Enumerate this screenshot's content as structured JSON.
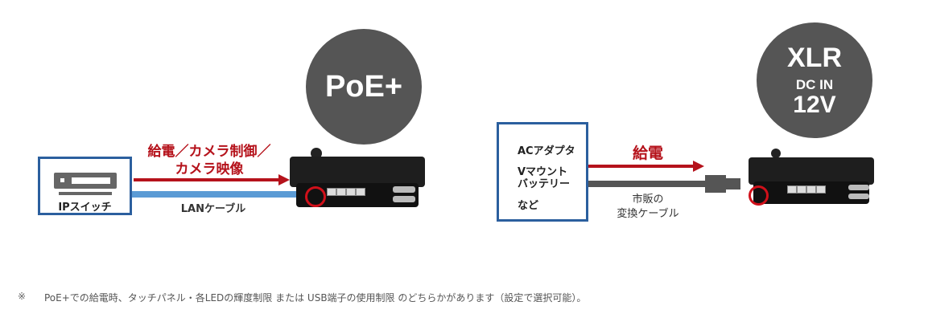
{
  "left": {
    "badge": "PoE+",
    "source_label": "IPスイッチ",
    "arrow_label_line1": "給電／カメラ制御／",
    "arrow_label_line2": "カメラ映像",
    "cable_label": "LANケーブル"
  },
  "right": {
    "badge_line1": "XLR",
    "badge_line2": "DC IN",
    "badge_line3": "12V",
    "source_items": [
      "ACアダプタ",
      "Vマウント",
      "バッテリー",
      "など"
    ],
    "arrow_label": "給電",
    "cable_label_line1": "市販の",
    "cable_label_line2": "変換ケーブル"
  },
  "footnote": {
    "mark": "※",
    "text": "PoE+での給電時、タッチパネル・各LEDの輝度制限 または USB端子の使用制限 のどちらかがあります（設定で選択可能）。"
  },
  "colors": {
    "accent_red": "#b5121b",
    "lan_blue": "#5b9bd5",
    "box_blue": "#2b5f9e",
    "badge_gray": "#555555"
  }
}
